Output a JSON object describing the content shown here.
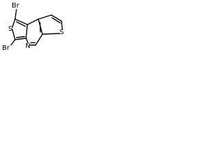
{
  "molecule": {
    "atoms": {
      "br_top": "Br",
      "br_left": "Br",
      "s_left": "S",
      "s_right": "S",
      "n": "N"
    },
    "colors": {
      "bond": "#000000",
      "label": "#000000",
      "background": "#ffffff"
    }
  }
}
